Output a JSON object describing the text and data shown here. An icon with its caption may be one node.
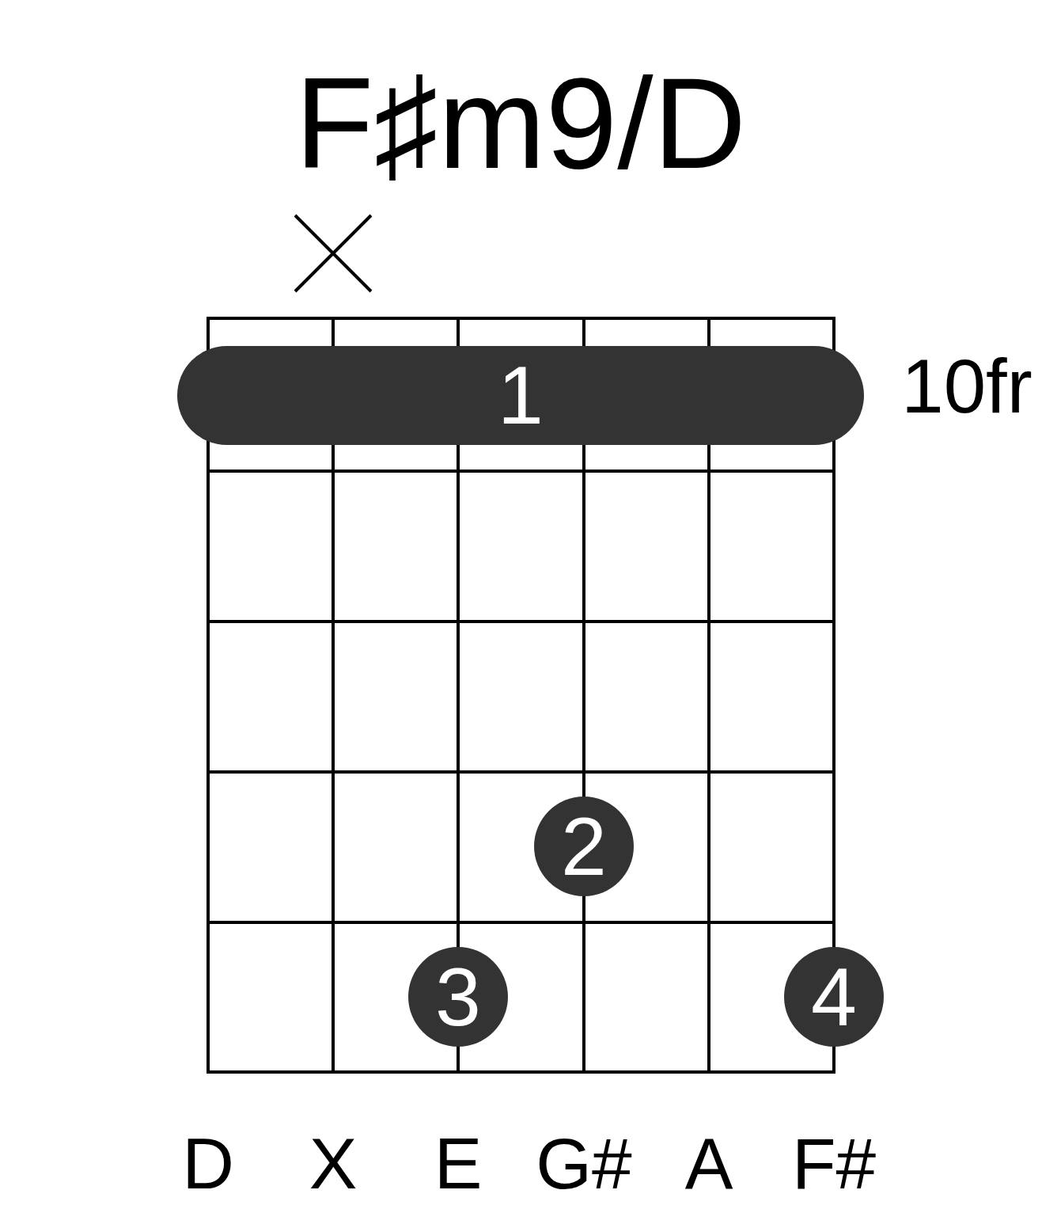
{
  "diagram": {
    "title": "F♯m9/D",
    "nodes": [
      {
        "text": [
          "1"
        ]
      },
      {
        "text": [
          "2"
        ]
      },
      {
        "text": [
          "3"
        ]
      },
      {
        "text": [
          "4"
        ]
      }
    ],
    "labels": [
      "10fr",
      "D",
      "X",
      "E",
      "G#",
      "A",
      "F#"
    ]
  }
}
